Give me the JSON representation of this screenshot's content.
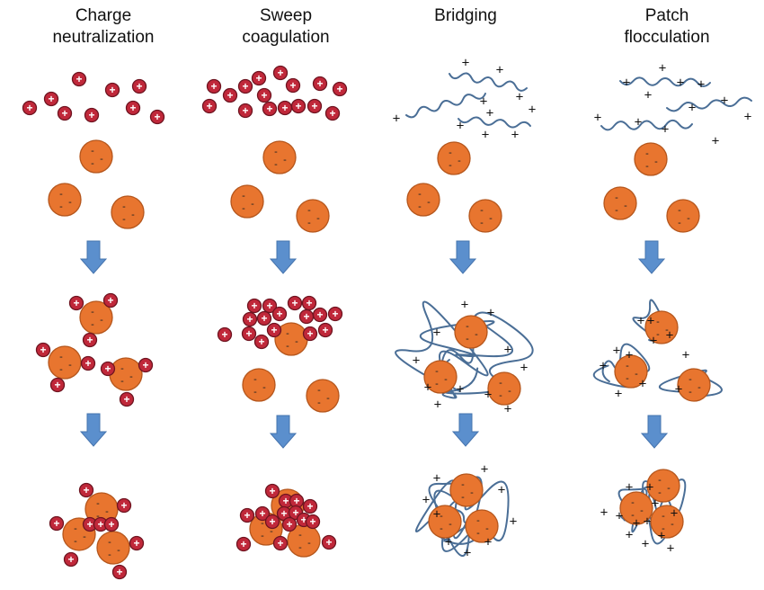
{
  "columns": [
    {
      "id": "charge",
      "title_lines": [
        "Charge",
        "neutralization"
      ]
    },
    {
      "id": "sweep",
      "title_lines": [
        "Sweep",
        "coagulation"
      ]
    },
    {
      "id": "bridging",
      "title_lines": [
        "Bridging"
      ]
    },
    {
      "id": "patch",
      "title_lines": [
        "Patch",
        "flocculation"
      ]
    }
  ],
  "symbols": {
    "plus": "+",
    "minus": "-"
  },
  "colors": {
    "particle_fill": "#E8752F",
    "particle_stroke": "#B5561C",
    "ion_fill": "#C0283A",
    "ion_stroke": "#6E1420",
    "polymer_stroke": "#4A6E96",
    "arrow_fill": "#5B8FCD",
    "arrow_stroke": "#4674AE",
    "text": "#111111"
  }
}
